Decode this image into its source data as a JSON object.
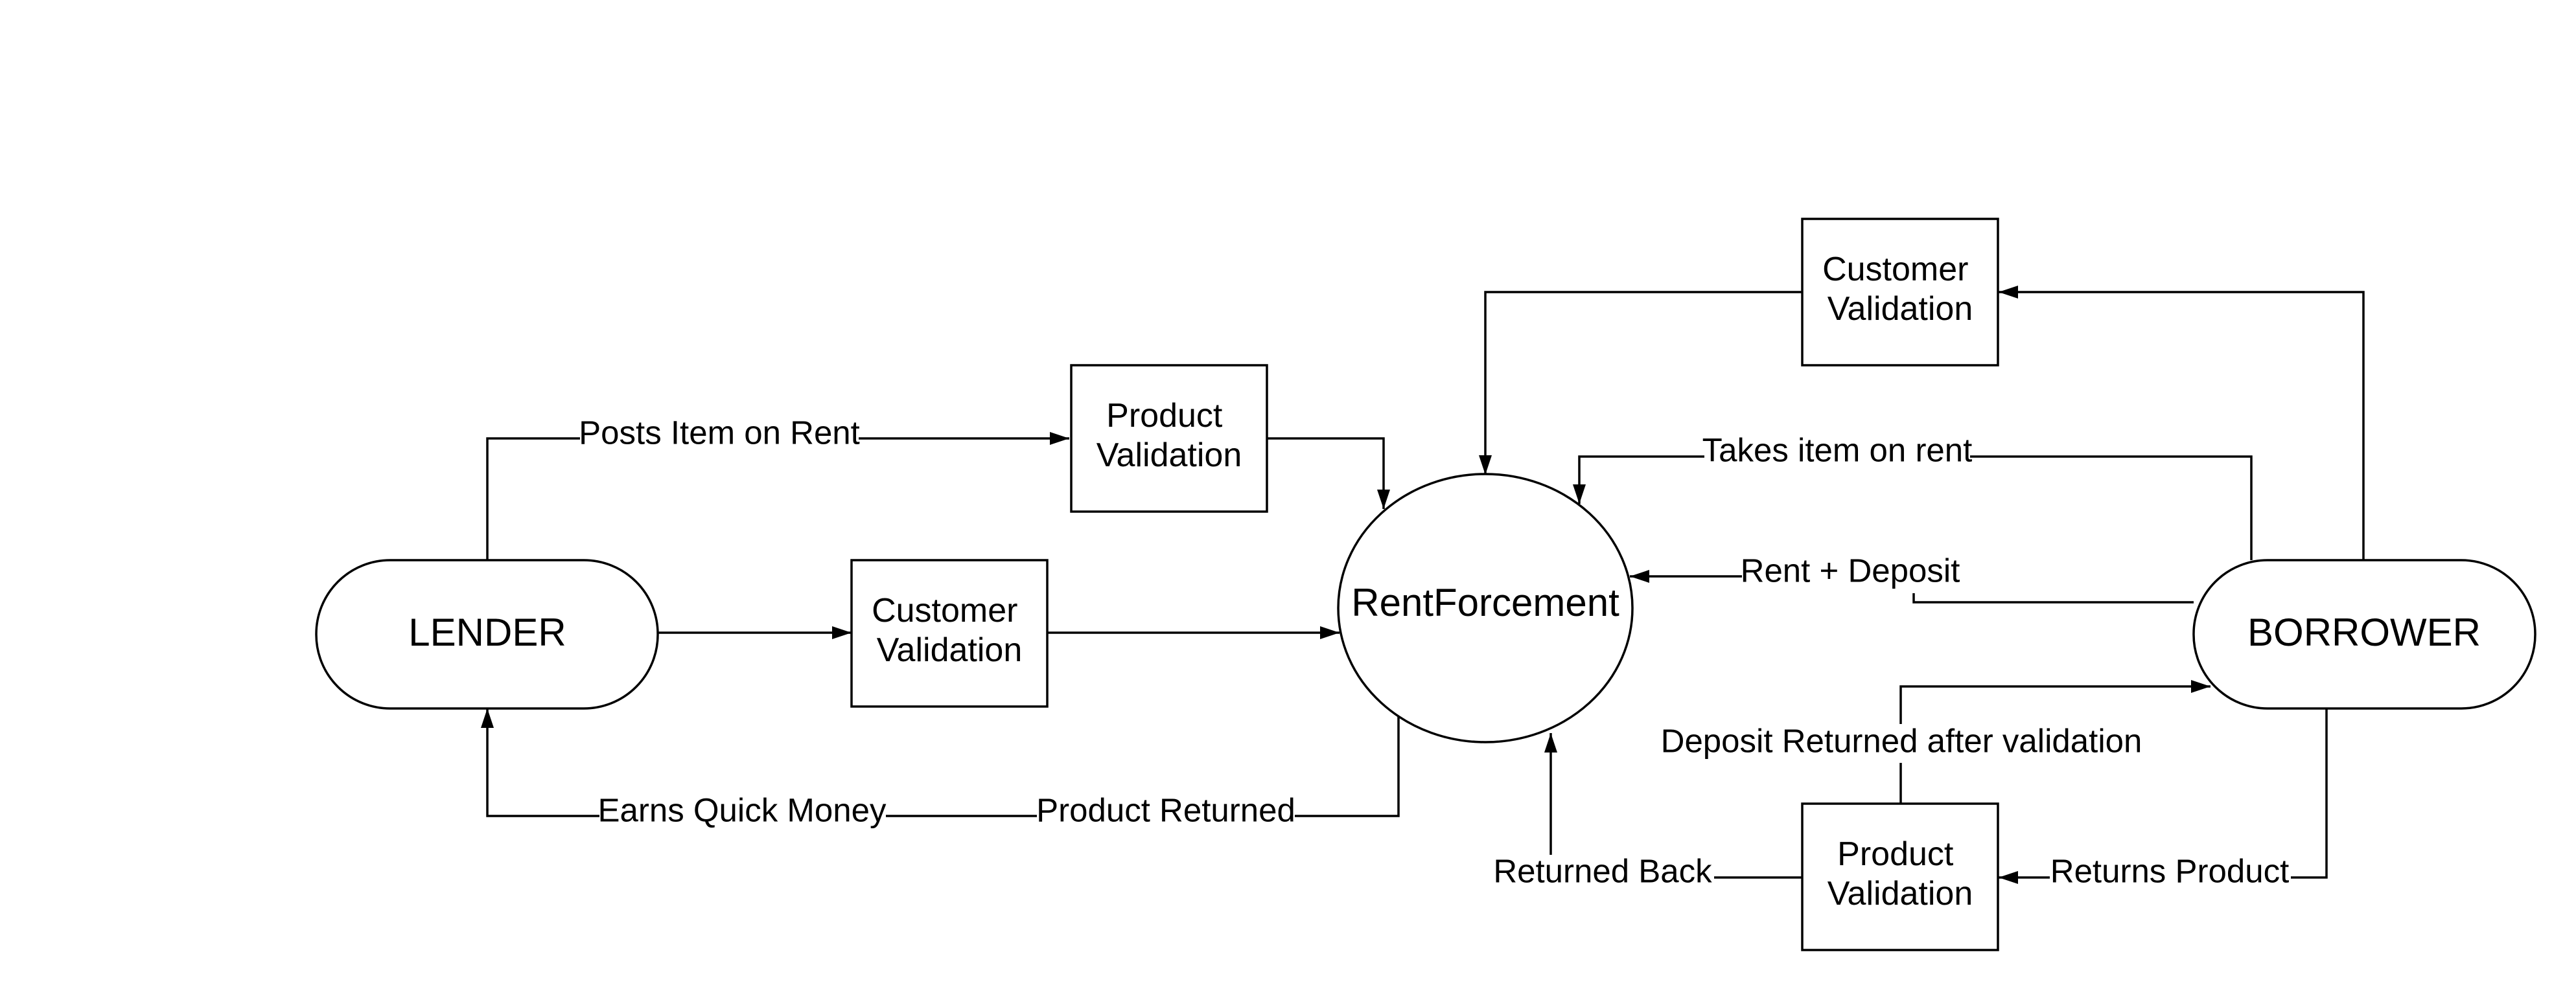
{
  "nodes": {
    "lender": "LENDER",
    "borrower": "BORROWER",
    "rentforcement": "RentForcement",
    "product_validation_top": [
      "Product",
      "Validation"
    ],
    "customer_validation_left": [
      "Customer",
      "Validation"
    ],
    "customer_validation_top_right": [
      "Customer",
      "Validation"
    ],
    "product_validation_bottom": [
      "Product",
      "Validation"
    ]
  },
  "edge_labels": {
    "posts_item_on_rent": "Posts Item on Rent",
    "takes_item_on_rent": "Takes item on rent",
    "rent_plus_deposit": "Rent + Deposit",
    "deposit_returned_after_validation": "Deposit Returned after validation",
    "earns_quick_money": "Earns Quick Money",
    "product_returned": "Product Returned",
    "returned_back": "Returned Back",
    "returns_product": "Returns Product"
  },
  "colors": {
    "stroke": "#000000",
    "background": "#ffffff"
  }
}
